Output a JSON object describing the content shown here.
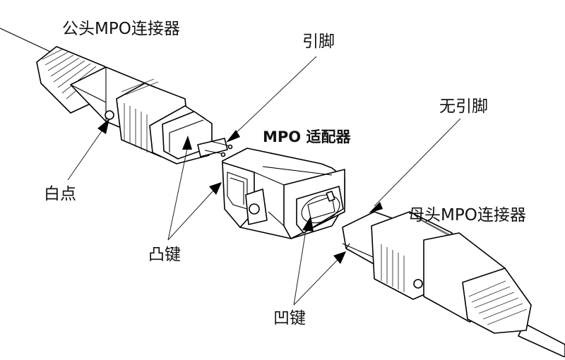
{
  "diagram": {
    "title": "MPO connector assembly",
    "labels": {
      "male_connector": "公头MPO连接器",
      "pins": "引脚",
      "adapter": "MPO 适配器",
      "no_pins": "无引脚",
      "female_connector": "母头MPO连接器",
      "white_dot": "白点",
      "key_up": "凸键",
      "key_down": "凹键"
    },
    "colors": {
      "line": "#000000",
      "background": "#ffffff"
    }
  }
}
